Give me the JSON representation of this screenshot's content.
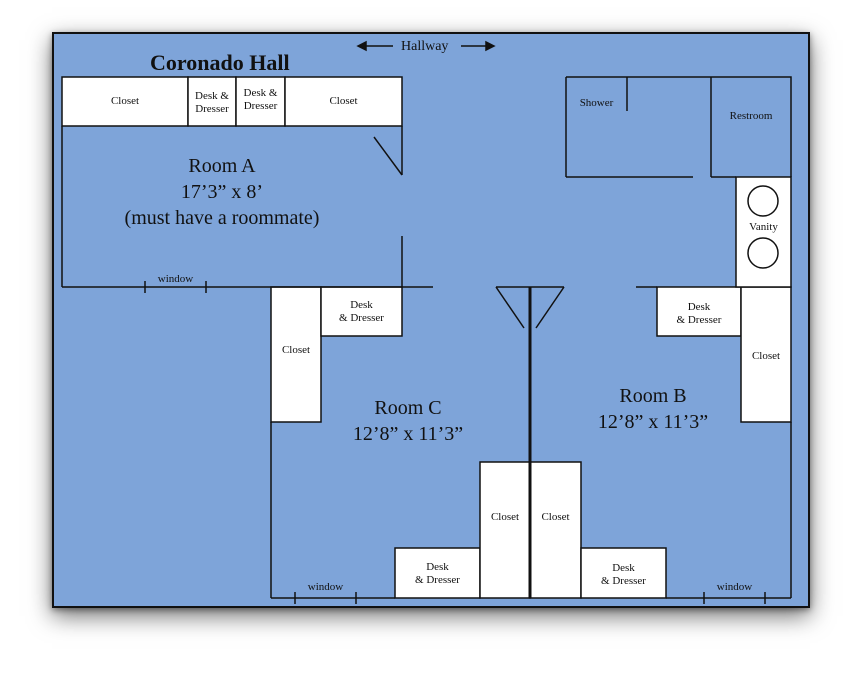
{
  "title": "Coronado Hall",
  "hallway": "Hallway",
  "furniture": {
    "closet": "Closet",
    "desk_dresser_a1": "Desk &",
    "desk_dresser_a2": "Dresser",
    "desk_dresser_2a": "Desk &",
    "desk_dresser_2b": "Dresser",
    "desk_c_top_1": "Desk",
    "desk_c_top_2": "& Dresser",
    "desk_b_top_1": "Desk",
    "desk_b_top_2": "& Dresser",
    "desk_c_bot_1": "Desk",
    "desk_c_bot_2": "& Dresser",
    "desk_b_bot_1": "Desk",
    "desk_b_bot_2": "& Dresser",
    "shower": "Shower",
    "restroom": "Restroom",
    "vanity": "Vanity",
    "window": "window"
  },
  "rooms": {
    "a_name": "Room A",
    "a_size": "17’3” x 8’",
    "a_note": "(must have a roommate)",
    "b_name": "Room B",
    "b_size": "12’8” x 11’3”",
    "c_name": "Room C",
    "c_size": "12’8” x 11’3”"
  },
  "colors": {
    "floor": "#7ea4d9",
    "furniture": "#ffffff",
    "wall": "#111111"
  }
}
